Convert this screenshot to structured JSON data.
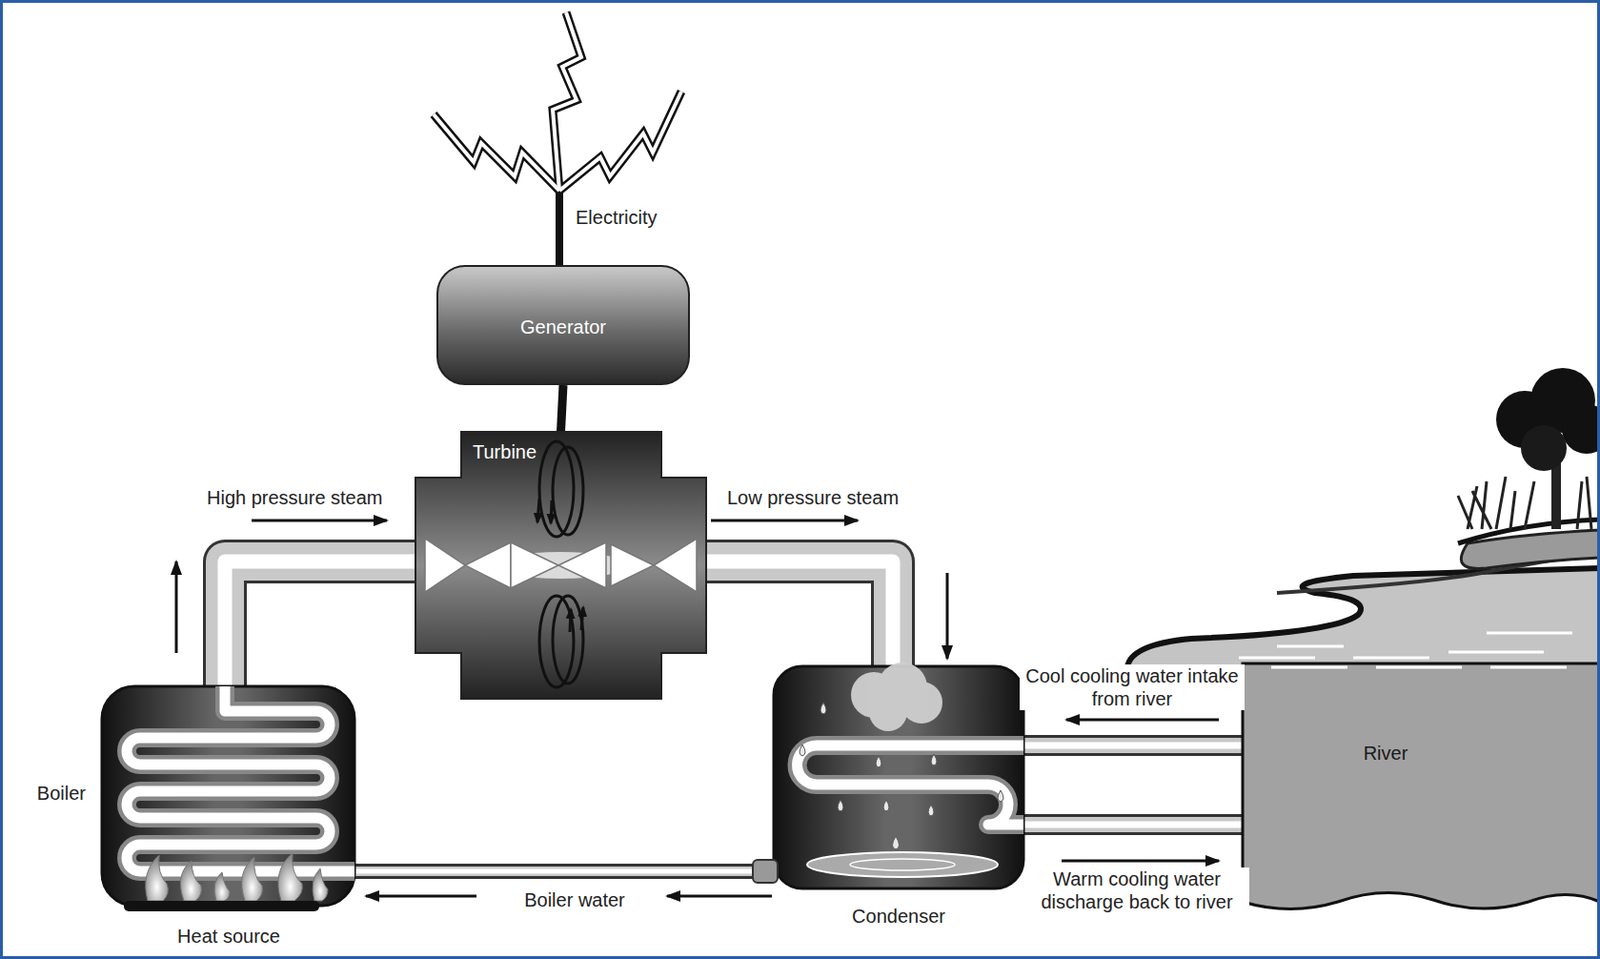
{
  "diagram": {
    "nodes": [
      {
        "text": [
          "Generator"
        ]
      },
      {
        "text": [
          "Turbine"
        ]
      },
      {
        "text": [
          "Boiler"
        ]
      },
      {
        "text": [
          "Condenser"
        ]
      },
      {
        "text": [
          "River"
        ]
      },
      {
        "text": [
          "Heat source"
        ]
      }
    ],
    "edges": [
      {
        "from": 1,
        "to": 0,
        "arrow": "none"
      },
      {
        "from": 2,
        "to": 1,
        "label": "High pressure steam",
        "arrow": "to"
      },
      {
        "from": 1,
        "to": 3,
        "label": "Low pressure steam",
        "arrow": "to"
      },
      {
        "from": 3,
        "to": 2,
        "label": "Boiler water",
        "arrow": "to"
      },
      {
        "from": 4,
        "to": 3,
        "label": "Cool cooling water intake from river",
        "arrow": "to"
      },
      {
        "from": 3,
        "to": 4,
        "label": "Warm cooling water discharge back to river",
        "arrow": "to"
      }
    ],
    "labels": [
      "Electricity"
    ]
  }
}
